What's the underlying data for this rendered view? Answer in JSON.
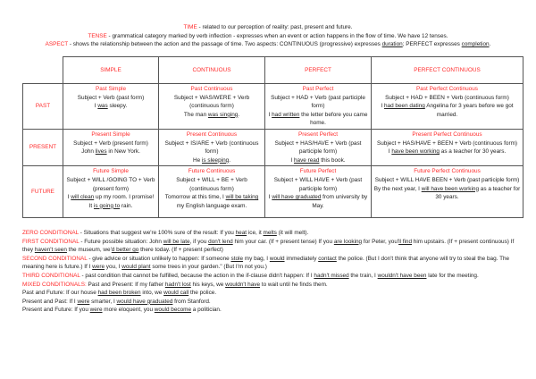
{
  "definitions": [
    {
      "term": "TIME",
      "text": [
        [
          " - related to our perception of reality: past, present and future.",
          0
        ]
      ]
    },
    {
      "term": "TENSE",
      "text": [
        [
          " - grammatical category marked by verb inflection - expresses when an event or action happens in the flow of time. We have 12 tenses.",
          0
        ]
      ]
    },
    {
      "term": "ASPECT",
      "text": [
        [
          " - shows the relationship between the action and the passage of time. Two aspects: CONTINUOUS (progressive) expresses ",
          0
        ],
        [
          "duration",
          1
        ],
        [
          "; PERFECT expresses ",
          0
        ],
        [
          "completion",
          1
        ],
        [
          ".",
          0
        ]
      ]
    }
  ],
  "table": {
    "headers": [
      "SIMPLE",
      "CONTINUOUS",
      "PERFECT",
      "PERFECT CONTINUOUS"
    ],
    "rows": [
      {
        "label": "PAST",
        "cells": [
          {
            "title": "Past Simple",
            "formula": "Subject + Verb (past form)",
            "example": [
              [
                "I ",
                0
              ],
              [
                "was",
                1
              ],
              [
                " sleepy.",
                0
              ]
            ]
          },
          {
            "title": "Past Continuous",
            "formula": "Subject + WAS/WERE + Verb (continuous form)",
            "example": [
              [
                "The man ",
                0
              ],
              [
                "was singing",
                1
              ],
              [
                ".",
                0
              ]
            ]
          },
          {
            "title": "Past Perfect",
            "formula": "Subject + HAD + Verb (past participle form)",
            "example": [
              [
                "I ",
                0
              ],
              [
                "had written",
                1
              ],
              [
                " the letter before you came home.",
                0
              ]
            ]
          },
          {
            "title": "Past Perfect Continuous",
            "formula": "Subject + HAD + BEEN + Verb (continuous form)",
            "example": [
              [
                "I ",
                0
              ],
              [
                "had been dating",
                1
              ],
              [
                " Angelina for 3 years before we got married.",
                0
              ]
            ]
          }
        ]
      },
      {
        "label": "PRESENT",
        "cells": [
          {
            "title": "Present Simple",
            "formula": "Subject + Verb (present form)",
            "example": [
              [
                "John ",
                0
              ],
              [
                "lives",
                1
              ],
              [
                " in New York.",
                0
              ]
            ]
          },
          {
            "title": "Present Continuous",
            "formula": "Subject + IS/ARE + Verb (continuous form)",
            "example": [
              [
                "He ",
                0
              ],
              [
                "is sleeping",
                1
              ],
              [
                ".",
                0
              ]
            ]
          },
          {
            "title": "Present Perfect",
            "formula": "Subject + HAS/HAVE + Verb (past participle form)",
            "example": [
              [
                "I ",
                0
              ],
              [
                "have read",
                1
              ],
              [
                " this book.",
                0
              ]
            ]
          },
          {
            "title": "Present Perfect Continuous",
            "formula": "Subject + HAS/HAVE + BEEN + Verb (continuous form)",
            "example": [
              [
                "I ",
                0
              ],
              [
                "have been working",
                1
              ],
              [
                " as a teacher for 30 years.",
                0
              ]
            ]
          }
        ]
      },
      {
        "label": "FUTURE",
        "cells": [
          {
            "title": "Future Simple",
            "formula": "Subject + WILL /GOING TO + Verb (present form)",
            "example": [
              [
                "I ",
                0
              ],
              [
                "will clean",
                1
              ],
              [
                " up my room. I promise!",
                0
              ]
            ],
            "example2": [
              [
                "It ",
                0
              ],
              [
                "is going to",
                1
              ],
              [
                " rain.",
                0
              ]
            ]
          },
          {
            "title": "Future Continuous",
            "formula": "Subject + WILL + BE + Verb (continuous form)",
            "example": [
              [
                "Tomorrow at this time, I ",
                0
              ],
              [
                "will be taking",
                1
              ],
              [
                " my English language exam.",
                0
              ]
            ]
          },
          {
            "title": "Future Perfect",
            "formula": "Subject + WILL HAVE + Verb (past participle form)",
            "example": [
              [
                "I ",
                0
              ],
              [
                "will have graduated",
                1
              ],
              [
                " from university by May.",
                0
              ]
            ]
          },
          {
            "title": "Future Perfect Continuous",
            "formula": "Subject + WILL HAVE BEEN + Verb (past participle form)",
            "example": [
              [
                "By the next year, I ",
                0
              ],
              [
                "will have been working",
                1
              ],
              [
                " as a teacher for 30 years.",
                0
              ]
            ]
          }
        ]
      }
    ]
  },
  "conditionals": [
    {
      "term": "ZERO CONDITIONAL",
      "text": [
        [
          " - Situations that suggest we're 100% sure of the result: If you ",
          0
        ],
        [
          "heat",
          1
        ],
        [
          " ice, it ",
          0
        ],
        [
          "melts",
          1
        ],
        [
          " (it will melt).",
          0
        ]
      ]
    },
    {
      "term": "FIRST CONDITIONAL",
      "text": [
        [
          " - Future possible situation: John ",
          0
        ],
        [
          "will be late",
          1
        ],
        [
          ", if you ",
          0
        ],
        [
          "don't lend",
          1
        ],
        [
          " him your car. (If + present tense) If you ",
          0
        ],
        [
          "are looking",
          1
        ],
        [
          " for Peter, you'",
          0
        ],
        [
          "ll find",
          1
        ],
        [
          " him upstairs. (If + present continuous) If they ",
          0
        ],
        [
          "haven't seen",
          1
        ],
        [
          " the museum, we'",
          0
        ],
        [
          "d better go",
          1
        ],
        [
          " there today. (If + present perfect)",
          0
        ]
      ]
    },
    {
      "term": "SECOND CONDITIONAL",
      "text": [
        [
          " - give advice or situation unlikely to happen: If someone ",
          0
        ],
        [
          "stole",
          1
        ],
        [
          " my bag, I ",
          0
        ],
        [
          "would",
          1
        ],
        [
          " immediately ",
          0
        ],
        [
          "contact",
          1
        ],
        [
          " the police. (But I don't think that anyone will try to steal the bag. The meaning here is future.) If I ",
          0
        ],
        [
          "were",
          1
        ],
        [
          " you, I ",
          0
        ],
        [
          "would plant",
          1
        ],
        [
          " some trees in your garden.\" (But I'm not you.)",
          0
        ]
      ]
    },
    {
      "term": "THIRD CONDITIONAL",
      "text": [
        [
          " - past condition that cannot be fulfilled, because the action in the if-clause didn't happen: If I ",
          0
        ],
        [
          "hadn't missed",
          1
        ],
        [
          " the train, I ",
          0
        ],
        [
          "wouldn't have been",
          1
        ],
        [
          " late for the meeting.",
          0
        ]
      ]
    },
    {
      "term": "MIXED CONDITIONALS:",
      "text": [
        [
          " Past and Present: If my father ",
          0
        ],
        [
          "hadn't lost",
          1
        ],
        [
          " his keys, we ",
          0
        ],
        [
          "wouldn't have",
          1
        ],
        [
          " to wait until he finds them.",
          0
        ]
      ]
    },
    {
      "term": "",
      "text": [
        [
          "Past and Future: If our house ",
          0
        ],
        [
          "had been broken",
          1
        ],
        [
          " into, we ",
          0
        ],
        [
          "would call",
          1
        ],
        [
          " the police.",
          0
        ]
      ]
    },
    {
      "term": "",
      "text": [
        [
          "Present and Past: If I ",
          0
        ],
        [
          "were",
          1
        ],
        [
          " smarter, I ",
          0
        ],
        [
          "would have graduated",
          1
        ],
        [
          " from Stanford.",
          0
        ]
      ]
    },
    {
      "term": "",
      "text": [
        [
          "Present and Future: If you ",
          0
        ],
        [
          "were",
          1
        ],
        [
          " more eloquent, you ",
          0
        ],
        [
          "would become",
          1
        ],
        [
          " a politician.",
          0
        ]
      ]
    }
  ],
  "colors": {
    "term": "#ff2b2b",
    "text": "#222222",
    "border": "#555555"
  }
}
